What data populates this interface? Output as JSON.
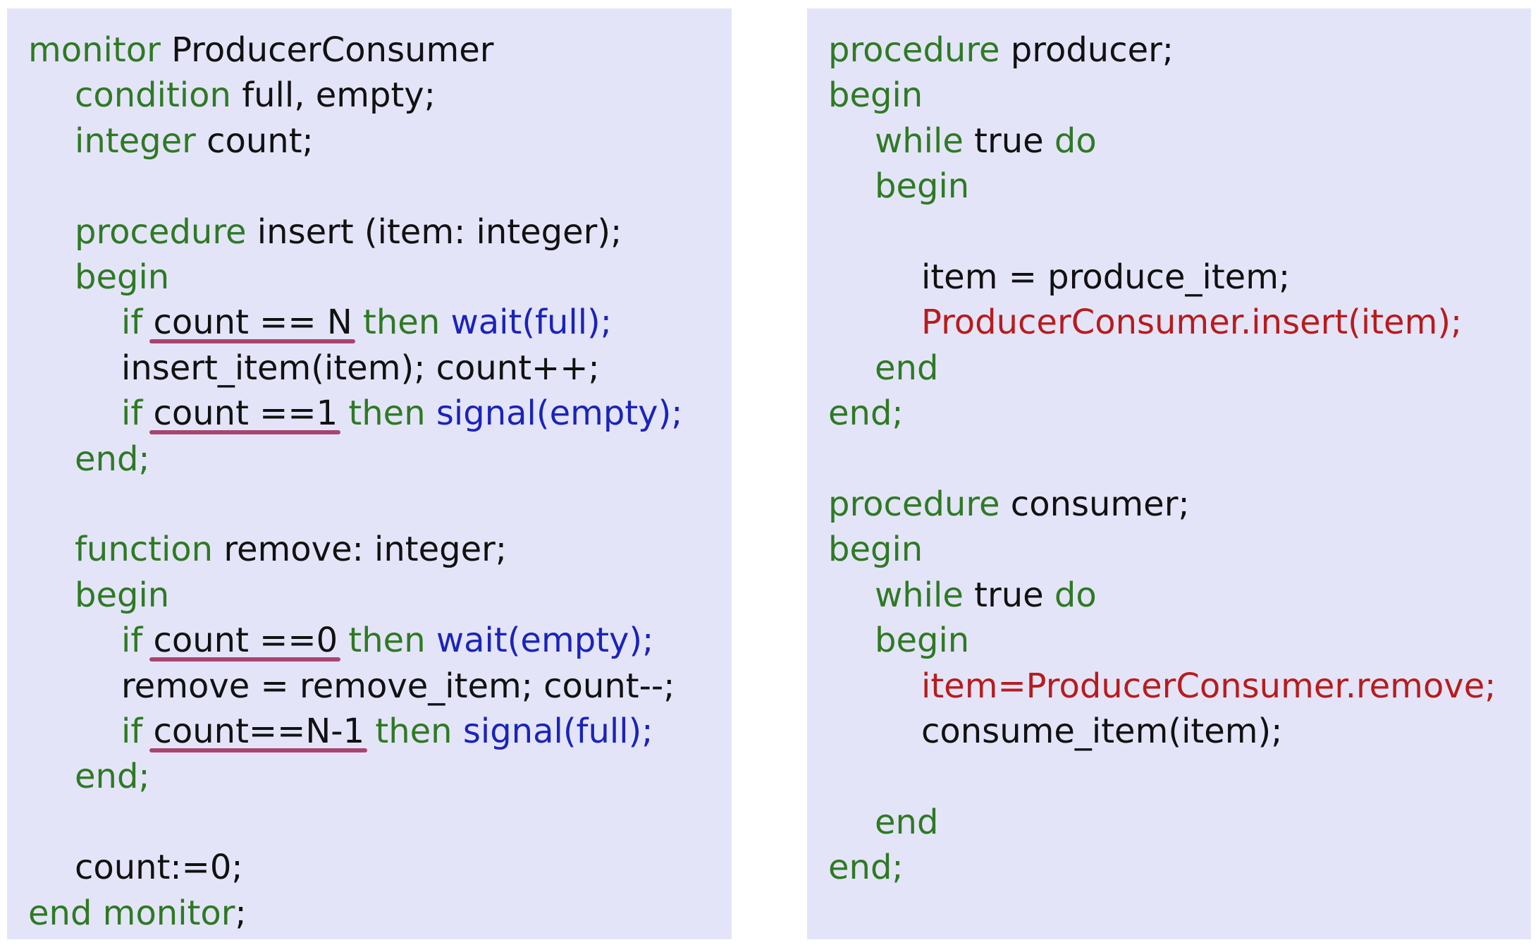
{
  "colors": {
    "panel_bg": "#e4e4f9",
    "keyword": "#2e7a23",
    "identifier": "#111111",
    "operation": "#1a24b8",
    "highlight": "#b71c1c",
    "underline": "#a8456e"
  },
  "panels": [
    {
      "name": "monitor-code",
      "lines": [
        {
          "tokens": [
            {
              "t": "monitor",
              "s": "kw"
            },
            {
              "t": " ProducerConsumer",
              "s": "id"
            }
          ]
        },
        {
          "tokens": [
            {
              "t": "condition",
              "s": "kw"
            },
            {
              "t": " full, empty;",
              "s": "id"
            }
          ]
        },
        {
          "tokens": [
            {
              "t": "integer",
              "s": "kw"
            },
            {
              "t": " count;",
              "s": "id"
            }
          ]
        },
        {
          "tokens": []
        },
        {
          "tokens": [
            {
              "t": "procedure",
              "s": "kw"
            },
            {
              "t": " insert (item: integer);",
              "s": "id"
            }
          ]
        },
        {
          "tokens": [
            {
              "t": "begin",
              "s": "kw"
            }
          ]
        },
        {
          "tokens": [
            {
              "t": "if ",
              "s": "kw"
            },
            {
              "t": "count == N",
              "s": "id"
            },
            {
              "t": " then ",
              "s": "kw"
            },
            {
              "t": "wait(full);",
              "s": "op"
            }
          ]
        },
        {
          "tokens": [
            {
              "t": "insert_item(item); count++;",
              "s": "id"
            }
          ]
        },
        {
          "tokens": [
            {
              "t": "if ",
              "s": "kw"
            },
            {
              "t": "count ==1",
              "s": "id"
            },
            {
              "t": " then ",
              "s": "kw"
            },
            {
              "t": "signal(empty);",
              "s": "op"
            }
          ]
        },
        {
          "tokens": [
            {
              "t": "end;",
              "s": "kw"
            }
          ]
        },
        {
          "tokens": []
        },
        {
          "tokens": [
            {
              "t": "function",
              "s": "kw"
            },
            {
              "t": " remove: integer;",
              "s": "id"
            }
          ]
        },
        {
          "tokens": [
            {
              "t": "begin",
              "s": "kw"
            }
          ]
        },
        {
          "tokens": [
            {
              "t": "if ",
              "s": "kw"
            },
            {
              "t": "count ==0",
              "s": "id"
            },
            {
              "t": " then ",
              "s": "kw"
            },
            {
              "t": "wait(empty);",
              "s": "op"
            }
          ]
        },
        {
          "tokens": [
            {
              "t": "remove = remove_item; count--;",
              "s": "id"
            }
          ]
        },
        {
          "tokens": [
            {
              "t": "if ",
              "s": "kw"
            },
            {
              "t": "count==N-1",
              "s": "id"
            },
            {
              "t": " then ",
              "s": "kw"
            },
            {
              "t": "signal(full);",
              "s": "op"
            }
          ]
        },
        {
          "tokens": [
            {
              "t": "end;",
              "s": "kw"
            }
          ]
        },
        {
          "tokens": []
        },
        {
          "tokens": [
            {
              "t": "count:=0;",
              "s": "id"
            }
          ]
        },
        {
          "tokens": [
            {
              "t": "end monitor",
              "s": "kw"
            },
            {
              "t": ";",
              "s": "id"
            }
          ]
        }
      ]
    },
    {
      "name": "producer-consumer-code",
      "lines": [
        {
          "tokens": [
            {
              "t": "procedure",
              "s": "kw"
            },
            {
              "t": " producer;",
              "s": "id"
            }
          ]
        },
        {
          "tokens": [
            {
              "t": "begin",
              "s": "kw"
            }
          ]
        },
        {
          "tokens": [
            {
              "t": "while",
              "s": "kw"
            },
            {
              "t": " true ",
              "s": "id"
            },
            {
              "t": "do",
              "s": "kw"
            }
          ]
        },
        {
          "tokens": [
            {
              "t": "begin",
              "s": "kw"
            }
          ]
        },
        {
          "tokens": []
        },
        {
          "tokens": [
            {
              "t": "item = produce_item;",
              "s": "id"
            }
          ]
        },
        {
          "tokens": [
            {
              "t": "ProducerConsumer.insert(item);",
              "s": "red"
            }
          ]
        },
        {
          "tokens": [
            {
              "t": "end",
              "s": "kw"
            }
          ]
        },
        {
          "tokens": [
            {
              "t": "end;",
              "s": "kw"
            }
          ]
        },
        {
          "tokens": []
        },
        {
          "tokens": [
            {
              "t": "procedure",
              "s": "kw"
            },
            {
              "t": " consumer;",
              "s": "id"
            }
          ]
        },
        {
          "tokens": [
            {
              "t": "begin",
              "s": "kw"
            }
          ]
        },
        {
          "tokens": [
            {
              "t": "while",
              "s": "kw"
            },
            {
              "t": " true ",
              "s": "id"
            },
            {
              "t": "do",
              "s": "kw"
            }
          ]
        },
        {
          "tokens": [
            {
              "t": "begin",
              "s": "kw"
            }
          ]
        },
        {
          "tokens": [
            {
              "t": "item=ProducerConsumer.remove;",
              "s": "red"
            }
          ]
        },
        {
          "tokens": [
            {
              "t": "consume_item(item);",
              "s": "id"
            }
          ]
        },
        {
          "tokens": []
        },
        {
          "tokens": [
            {
              "t": "end",
              "s": "kw"
            }
          ]
        },
        {
          "tokens": [
            {
              "t": "end;",
              "s": "kw"
            }
          ]
        }
      ]
    }
  ]
}
